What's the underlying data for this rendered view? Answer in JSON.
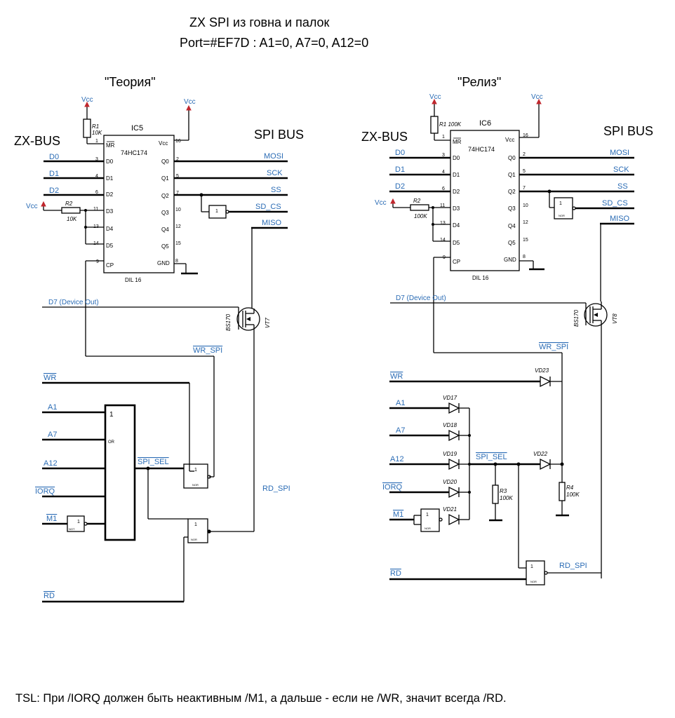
{
  "title": {
    "line1": "ZX SPI из говна и палок",
    "line2": "Port=#EF7D :  A1=0, A7=0, A12=0"
  },
  "footer": "TSL: При /IORQ должен быть неактивным /M1, а дальше - если не /WR, значит всегда /RD.",
  "theory": {
    "heading": "\"Теория\"",
    "zxbus": "ZX-BUS",
    "spibus": "SPI BUS",
    "vcc": "Vcc",
    "ic_name": "IC5",
    "ic_part": "74HC174",
    "ic_pkg": "DIL 16",
    "r1": "R1",
    "r1_val": "10K",
    "r2": "R2",
    "r2_val": "10K",
    "vt": "VT7",
    "bs": "BS170",
    "left_pins": [
      {
        "num": "1",
        "name": "MR"
      },
      {
        "num": "3",
        "name": "D0"
      },
      {
        "num": "4",
        "name": "D1"
      },
      {
        "num": "6",
        "name": "D2"
      },
      {
        "num": "11",
        "name": "D3"
      },
      {
        "num": "13",
        "name": "D4"
      },
      {
        "num": "14",
        "name": "D5"
      },
      {
        "num": "9",
        "name": "CP"
      }
    ],
    "right_pins": [
      {
        "num": "16",
        "name": "Vcc"
      },
      {
        "num": "2",
        "name": "Q0"
      },
      {
        "num": "5",
        "name": "Q1"
      },
      {
        "num": "7",
        "name": "Q2"
      },
      {
        "num": "10",
        "name": "Q3"
      },
      {
        "num": "12",
        "name": "Q4"
      },
      {
        "num": "15",
        "name": "Q5"
      },
      {
        "num": "8",
        "name": "GND"
      }
    ],
    "inputs": [
      "D0",
      "D1",
      "D2"
    ],
    "outputs": [
      "MOSI",
      "SCK",
      "SS",
      "SD_CS",
      "MISO"
    ],
    "d7": "D7 (Device Out)",
    "wr_spi": "WR_SPI",
    "rd_spi": "RD_SPI",
    "spi_sel": "SPI_SEL",
    "wr": "WR",
    "a1": "A1",
    "a7": "A7",
    "a12": "A12",
    "iorq": "IORQ",
    "m1": "M1",
    "rd": "RD",
    "or_one": "1",
    "or_lbl": "OR",
    "not_lbl": "NOT",
    "nor_lbl": "NOR",
    "gate_one": "1"
  },
  "release": {
    "heading": "\"Релиз\"",
    "zxbus": "ZX-BUS",
    "spibus": "SPI BUS",
    "vcc": "Vcc",
    "ic_name": "IC6",
    "ic_part": "74HC174",
    "ic_pkg": "DIL 16",
    "r1": "R1 100K",
    "r2": "R2",
    "r2_val": "100K",
    "r3": "R3",
    "r3_val": "100K",
    "r4": "R4",
    "r4_val": "100K",
    "vt": "VT8",
    "bs": "BS170",
    "inputs": [
      "D0",
      "D1",
      "D2"
    ],
    "outputs": [
      "MOSI",
      "SCK",
      "SS",
      "SD_CS",
      "MISO"
    ],
    "d7": "D7 (Device Out)",
    "wr_spi": "WR_SPI",
    "rd_spi": "RD_SPI",
    "spi_sel": "SPI_SEL",
    "wr": "WR",
    "a1": "A1",
    "a7": "A7",
    "a12": "A12",
    "iorq": "IORQ",
    "m1": "M1",
    "rd": "RD",
    "diodes": [
      "VD17",
      "VD18",
      "VD19",
      "VD20",
      "VD21",
      "VD22",
      "VD23"
    ]
  }
}
